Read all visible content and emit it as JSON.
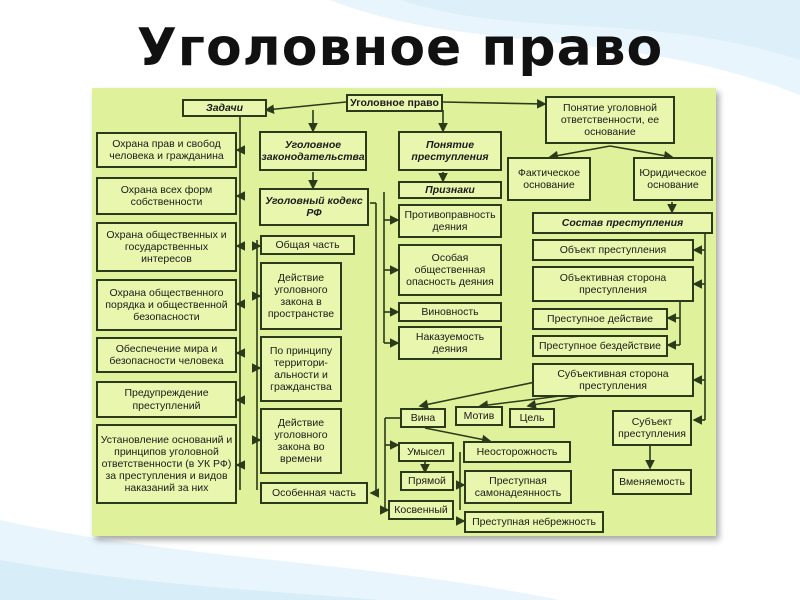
{
  "title": "Уголовное право",
  "nodes": {
    "root": "Уголовное право",
    "zadachi": "Задачи",
    "z1": "Охрана прав и свобод человека и гражданина",
    "z2": "Охрана всех форм собственности",
    "z3": "Охрана общественных и государственных интересов",
    "z4": "Охрана общественного порядка и общественной безопасности",
    "z5": "Обеспечение мира и безопасности человека",
    "z6": "Предупреждение преступлений",
    "z7": "Установление оснований и принципов уголовной ответственности (в УК РФ) за преступления и видов наказаний за них",
    "zakon": "Уголовное законодательства",
    "uk": "Уголовный кодекс РФ",
    "obshaya": "Общая часть",
    "prostranstvo": "Действие уголовного закона в пространстве",
    "princip": "По принципу территори-альности и гражданства",
    "vremya": "Действие уголовного закона во времени",
    "osobennaya": "Особенная часть",
    "ponyatie_prest": "Понятие преступления",
    "priznaki": "Признаки",
    "protivopravnost": "Противоправность деяния",
    "opasnost": "Особая общественная опасность деяния",
    "vinovnost": "Виновность",
    "nakazuemost": "Наказуемость деяния",
    "ponyatie_otv": "Понятие уголовной ответственности, ее основание",
    "fakt": "Фактическое основание",
    "yurid": "Юридическое основание",
    "sostav": "Состав преступления",
    "obekt": "Объект преступления",
    "obektivnaya": "Объективная сторона преступления",
    "deistvie": "Преступное действие",
    "bezdeistvie": "Преступное бездействие",
    "subektivnaya": "Субъективная сторона преступления",
    "vina": "Вина",
    "motiv": "Мотив",
    "cel": "Цель",
    "subekt": "Субъект преступления",
    "umysel": "Умысел",
    "pryamoi": "Прямой",
    "kosvenny": "Косвенный",
    "neostorozhnost": "Неосторожность",
    "samonadeyannost": "Преступная самонадеянность",
    "nebrezhnost": "Преступная небрежность",
    "vmenyaemost": "Вменяемость"
  }
}
